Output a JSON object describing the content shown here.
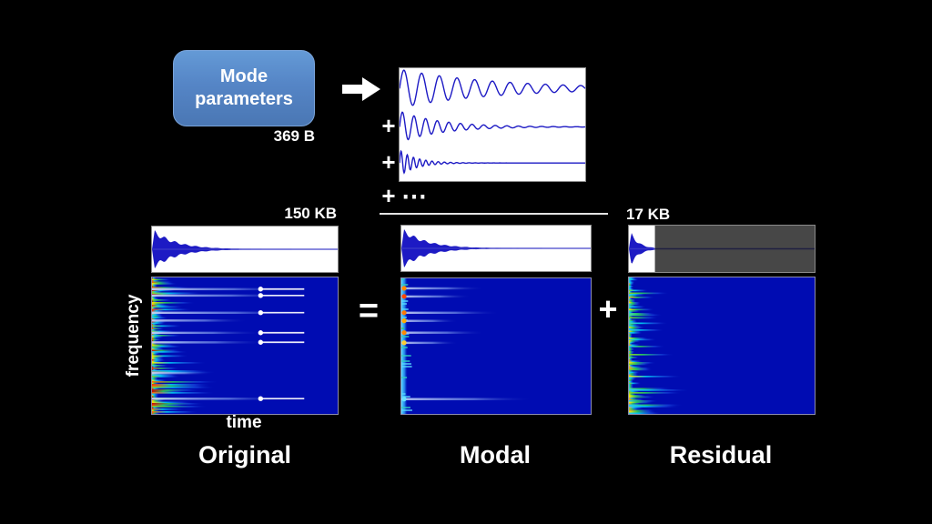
{
  "mode_box": {
    "label": "Mode parameters",
    "size_label": "369 B"
  },
  "operators": {
    "plus": "+",
    "equals": "=",
    "ellipsis": "⋯"
  },
  "columns": {
    "original": {
      "title": "Original",
      "size_label": "150 KB"
    },
    "modal": {
      "title": "Modal"
    },
    "residual": {
      "title": "Residual",
      "size_label": "17 KB"
    }
  },
  "axes": {
    "y_label": "frequency",
    "x_label": "time"
  },
  "colors": {
    "box_blue": "#5585c6",
    "wave_blue": "#1d1ac4",
    "spec_blue": "#000cb2",
    "gray_panel": "#474747",
    "streak_light": "#aab8e8",
    "pal_hot": [
      "#cc1100",
      "#ff6600",
      "#ffdd00",
      "#ffee00",
      "#8ed622",
      "#33ccee",
      "#ff3300"
    ],
    "pal_cool": [
      "#ffee00",
      "#8ed622",
      "#33ccee",
      "#44ddaa",
      "#ffaa22",
      "#22ccff"
    ]
  },
  "figures": {
    "mode_waveforms": {
      "rows": [
        {
          "y": 0.18,
          "freq": 10.5,
          "decay": 1.9,
          "amp": 0.17
        },
        {
          "y": 0.52,
          "freq": 16.0,
          "decay": 4.6,
          "amp": 0.14
        },
        {
          "y": 0.84,
          "freq": 30.0,
          "decay": 11.0,
          "amp": 0.115
        }
      ]
    },
    "wave_original": {
      "decay": 7.8
    },
    "wave_modal": {
      "decay": 7.8
    },
    "wave_residual": {
      "decay": 22.0,
      "white_frac": 0.14
    },
    "original_spectrogram": {
      "type": "original",
      "seed": 7,
      "band": 0.16,
      "streaks": [
        {
          "y": 0.085,
          "len": 0.8
        },
        {
          "y": 0.132,
          "len": 0.78
        },
        {
          "y": 0.258,
          "len": 0.82
        },
        {
          "y": 0.315,
          "len": 0.52
        },
        {
          "y": 0.405,
          "len": 0.6
        },
        {
          "y": 0.475,
          "len": 0.62
        },
        {
          "y": 0.7,
          "len": 0.32
        },
        {
          "y": 0.888,
          "len": 0.76
        }
      ],
      "markers": {
        "fracs": [
          0.085,
          0.132,
          0.258,
          0.405,
          0.475,
          0.888
        ],
        "x0": 0.585,
        "x1": 0.82
      }
    },
    "modal_spectrogram": {
      "type": "modal",
      "seed": 3,
      "streaks": [
        {
          "y": 0.073,
          "len": 0.44,
          "hot": "#ff8800"
        },
        {
          "y": 0.133,
          "len": 0.37,
          "hot": "#ff4400"
        },
        {
          "y": 0.253,
          "len": 0.52,
          "hot": "#ff7700"
        },
        {
          "y": 0.313,
          "len": 0.3,
          "hot": "#ffaa00"
        },
        {
          "y": 0.4,
          "len": 0.44,
          "hot": "#ff8800"
        },
        {
          "y": 0.475,
          "len": 0.3,
          "hot": "#ffcc33"
        },
        {
          "y": 0.89,
          "len": 0.7,
          "hot": "#66e0ff"
        }
      ]
    },
    "residual_spectrogram": {
      "type": "residual",
      "seed": 11,
      "band": 0.12
    }
  }
}
